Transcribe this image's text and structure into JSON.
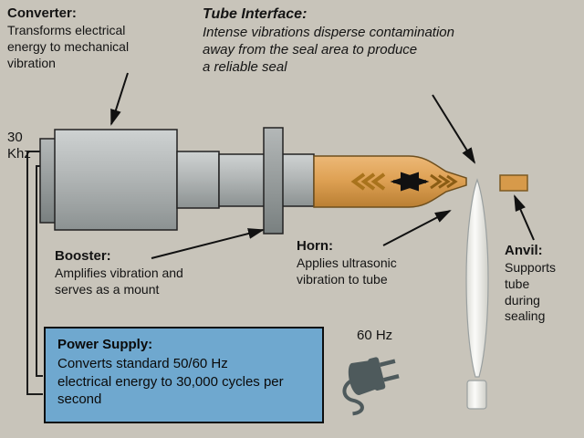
{
  "labels": {
    "converter": {
      "title": "Converter:",
      "body": "Transforms electrical\nenergy to mechanical\nvibration"
    },
    "tube_interface": {
      "title": "Tube Interface:",
      "body": "Intense vibrations disperse contamination\naway from the seal area to produce\na reliable seal"
    },
    "freq_left": "30\nKhz",
    "booster": {
      "title": "Booster:",
      "body": "Amplifies vibration and\nserves as a mount"
    },
    "horn": {
      "title": "Horn:",
      "body": "Applies ultrasonic\nvibration to tube"
    },
    "anvil": {
      "title": "Anvil:",
      "body": "Supports\ntube\nduring\nsealing"
    },
    "power_supply": {
      "title": "Power Supply:",
      "body": "Converts standard 50/60 Hz\nelectrical energy to 30,000 cycles per\nsecond"
    },
    "freq_plug": "60 Hz"
  },
  "icons": {
    "vibration_left": "chevrons-left-icon",
    "vibration_arrow": "double-headed-arrow-icon",
    "vibration_right": "chevrons-right-icon",
    "plug": "power-plug-icon"
  },
  "colors": {
    "background": "#c8c4ba",
    "metal_gray": "#b4b8b8",
    "metal_dark": "#949a9a",
    "horn_orange": "#dfa255",
    "anvil_orange": "#d79a4a",
    "tube_white": "#f4f3f0",
    "power_blue": "#6fa8cf",
    "plug_gray": "#4e5a5c",
    "wire_black": "#1c1c1c",
    "text": "#141414"
  }
}
